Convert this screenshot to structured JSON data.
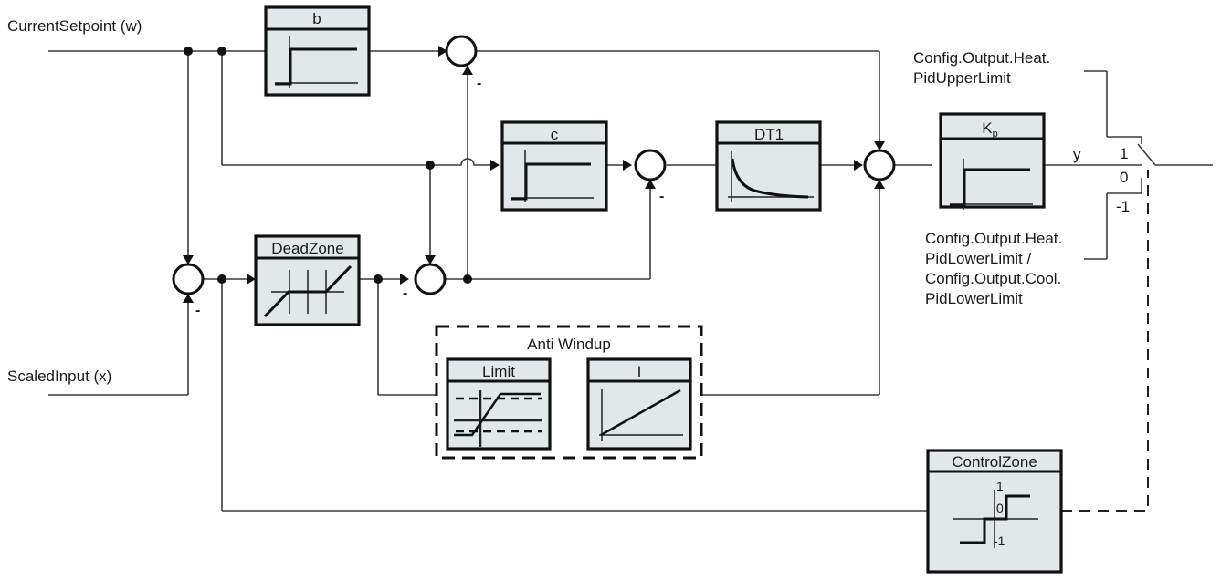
{
  "inputs": {
    "setpoint": "CurrentSetpoint (w)",
    "input": "ScaledInput (x)"
  },
  "blocks": {
    "b": "b",
    "c": "c",
    "dt1": "DT1",
    "kp": "K",
    "kp_sub": "p",
    "deadzone": "DeadZone",
    "limit": "Limit",
    "integrator": "I",
    "controlzone": "ControlZone",
    "antiwindup": "Anti Windup"
  },
  "signs": {
    "minus": "-"
  },
  "output": {
    "y_label": "y",
    "switch_1": "1",
    "switch_0": "0",
    "switch_m1": "-1",
    "upper_limit_line1": "Config.Output.Heat.",
    "upper_limit_line2": "PidUpperLimit",
    "lower_limit_line1": "Config.Output.Heat.",
    "lower_limit_line2": "PidLowerLimit /",
    "lower_limit_line3": "Config.Output.Cool.",
    "lower_limit_line4": "PidLowerLimit"
  },
  "controlzone_ticks": {
    "top": "1",
    "mid": "0",
    "bottom": "-1"
  }
}
